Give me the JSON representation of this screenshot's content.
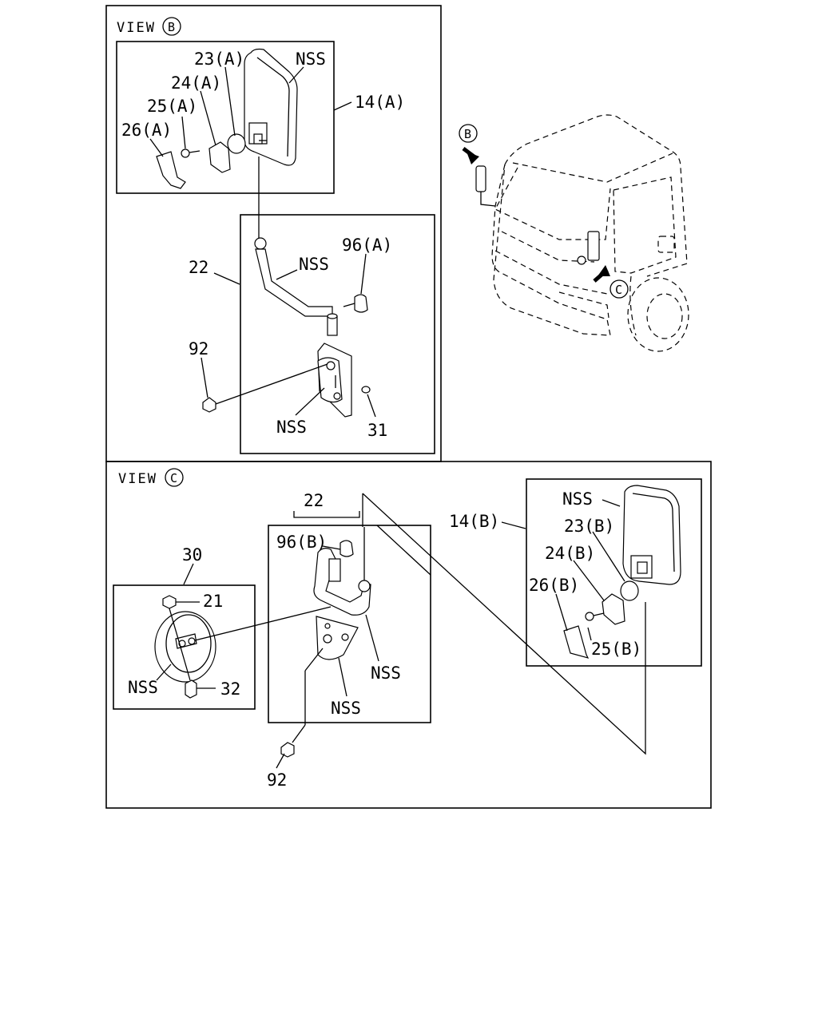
{
  "view_b": {
    "word": "VIEW",
    "letter": "B",
    "labels": {
      "p23a": "23(A)",
      "p24a": "24(A)",
      "p25a": "25(A)",
      "p26a": "26(A)",
      "nss_mirror": "NSS",
      "p14a": "14(A)",
      "p22": "22",
      "nss_arm": "NSS",
      "p96a": "96(A)",
      "p92": "92",
      "nss_bracket": "NSS",
      "p31": "31"
    }
  },
  "view_c": {
    "word": "VIEW",
    "letter": "C",
    "labels": {
      "p22": "22",
      "p96b": "96(B)",
      "p30": "30",
      "p21": "21",
      "nss_round": "NSS",
      "p32": "32",
      "nss_arm": "NSS",
      "nss_bracket": "NSS",
      "p92": "92",
      "nss_mirror": "NSS",
      "p14b": "14(B)",
      "p23b": "23(B)",
      "p24b": "24(B)",
      "p26b": "26(B)",
      "p25b": "25(B)"
    }
  },
  "truck": {
    "marker_b": "B",
    "marker_c": "C"
  }
}
